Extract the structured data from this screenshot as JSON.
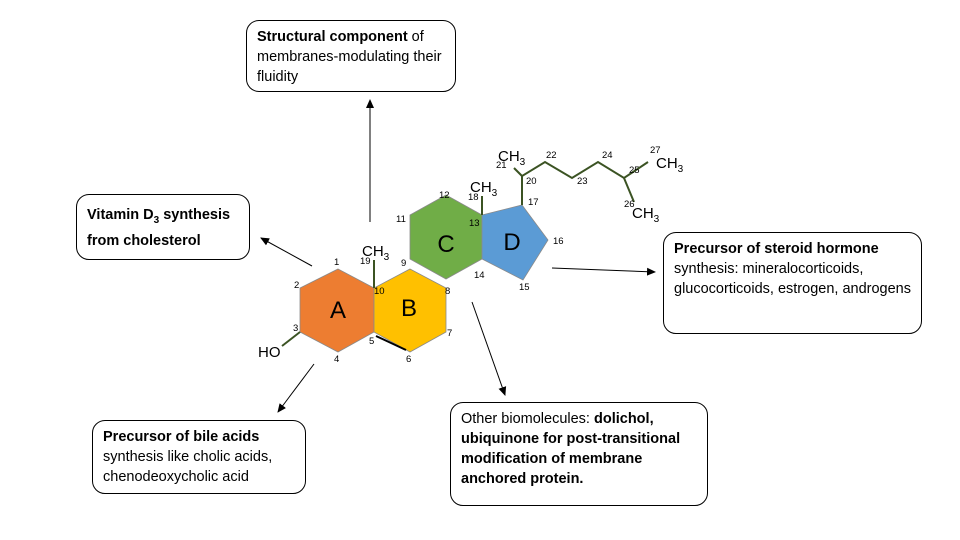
{
  "boxes": {
    "structural": {
      "bold": "Structural component",
      "text": " of membranes-modulating their fluidity"
    },
    "vitamin_d": {
      "bold_prefix": "Vitamin D",
      "subscript": "3",
      "bold_suffix": " synthesis from cholesterol"
    },
    "steroid": {
      "bold": "Precursor of steroid hormone",
      "text": " synthesis: mineralocorticoids, glucocorticoids, estrogen, androgens"
    },
    "bile": {
      "bold": "Precursor of bile acids",
      "text": " synthesis like cholic acids, chenodeoxycholic acid"
    },
    "other": {
      "text": "Other biomolecules: ",
      "bold": "dolichol, ubiquinone for post-transitional modification of membrane anchored protein."
    }
  },
  "rings": {
    "A": "A",
    "B": "B",
    "C": "C",
    "D": "D"
  },
  "groups": {
    "ho": "HO",
    "ch3_main": "CH",
    "ch3_sub": "3"
  },
  "carbons": [
    "1",
    "2",
    "3",
    "4",
    "5",
    "6",
    "7",
    "8",
    "9",
    "10",
    "11",
    "12",
    "13",
    "14",
    "15",
    "16",
    "17",
    "18",
    "19",
    "20",
    "21",
    "22",
    "23",
    "24",
    "25",
    "26",
    "27"
  ],
  "colors": {
    "ringA": "#ED7D31",
    "ringB": "#FFC000",
    "ringC": "#70AD47",
    "ringD": "#5B9BD5",
    "chain": "#3B5323"
  }
}
